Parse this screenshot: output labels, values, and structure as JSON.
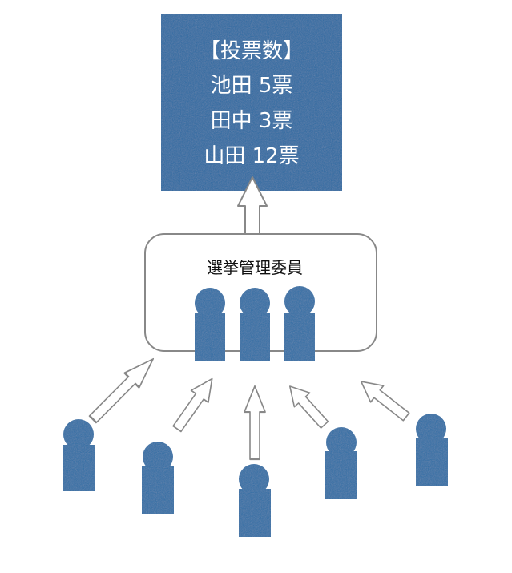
{
  "results": {
    "header": "【投票数】",
    "lines": [
      "池田 5票",
      "田中 3票",
      "山田 12票"
    ]
  },
  "committee": {
    "label": "選挙管理委員"
  },
  "colors": {
    "figure": "#2f6ea6",
    "figure_dark": "#235a8a",
    "panel": "#2c6aa3",
    "arrow_stroke": "#888888",
    "box_stroke": "#888888"
  }
}
